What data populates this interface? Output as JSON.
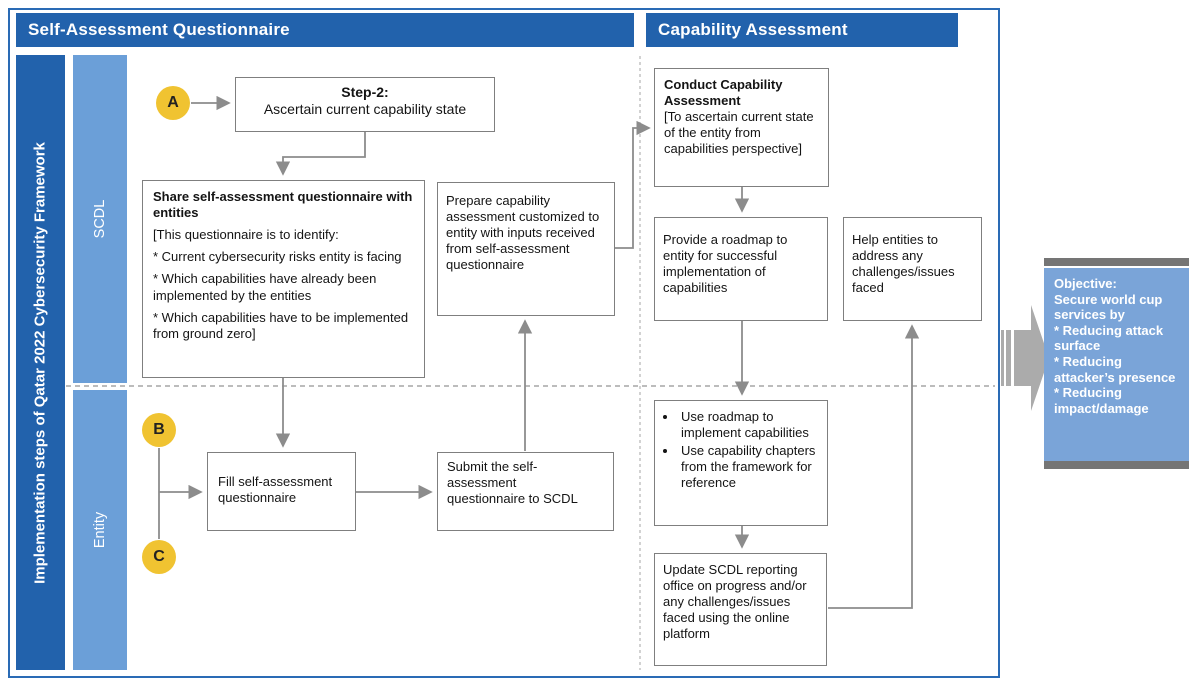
{
  "headers": {
    "left": "Self-Assessment Questionnaire",
    "right": "Capability Assessment"
  },
  "sidebar": {
    "title": "Implementation steps of Qatar 2022 Cybersecurity Framework"
  },
  "lanes": {
    "scdl": "SCDL",
    "entity": "Entity"
  },
  "markers": {
    "a": "A",
    "b": "B",
    "c": "C"
  },
  "boxes": {
    "step2": {
      "title": "Step-2:",
      "body": "Ascertain current capability state"
    },
    "share": {
      "title": "Share self-assessment questionnaire with entities",
      "line1": "[This questionnaire is to identify:",
      "line2": "* Current cybersecurity risks entity is facing",
      "line3": "* Which capabilities have already been implemented by the entities",
      "line4": "* Which capabilities have to be implemented from ground zero]"
    },
    "prepare": {
      "body": "Prepare capability assessment customized to entity with inputs received from self-assessment questionnaire"
    },
    "conduct": {
      "title": "Conduct Capability Assessment",
      "body": "[To ascertain current state of the entity from capabilities perspective]"
    },
    "provide": {
      "body": "Provide a roadmap to entity for successful implementation of capabilities"
    },
    "help": {
      "body": "Help entities to address any challenges/issues faced"
    },
    "fill": {
      "body": "Fill self-assessment questionnaire"
    },
    "submit": {
      "body": "Submit the self-assessment questionnaire to SCDL"
    },
    "use": {
      "bullet1": "Use roadmap to implement capabilities",
      "bullet2": "Use capability chapters from the framework for reference"
    },
    "update": {
      "body": "Update SCDL reporting office on progress and/or any challenges/issues faced using the online platform"
    }
  },
  "objective": {
    "title": "Objective:",
    "line1": "Secure world cup services by",
    "line2": "* Reducing attack surface",
    "line3": "* Reducing attacker’s presence",
    "line4": "* Reducing impact/damage"
  },
  "colors": {
    "dark_blue": "#2262AC",
    "light_blue": "#6B9FD8",
    "objective_blue": "#7AA4D8",
    "marker_yellow": "#F0C331",
    "connector_gray": "#8C8C8C",
    "box_border_gray": "#7F7F7F",
    "bar_gray": "#757575",
    "arrow_gray": "#ABABAB",
    "frame_blue": "#2A6BB5"
  }
}
